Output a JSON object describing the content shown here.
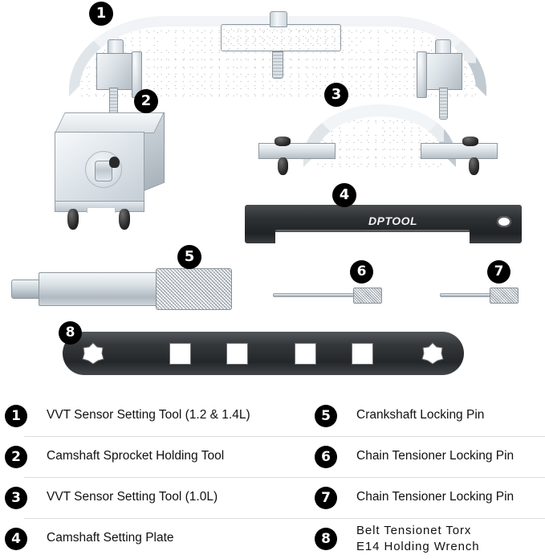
{
  "product": {
    "brand": "DPTOOL",
    "background_color": "#ffffff"
  },
  "photo": {
    "brand_marking": "DPTOOL",
    "callouts": [
      {
        "number": "1",
        "tool": "curved-vvt-sensor-setting-tool-large",
        "finish": "zinc-plated-steel"
      },
      {
        "number": "2",
        "tool": "camshaft-sprocket-holding-block",
        "finish": "aluminum"
      },
      {
        "number": "3",
        "tool": "curved-vvt-sensor-setting-tool-small",
        "finish": "zinc-plated-steel"
      },
      {
        "number": "4",
        "tool": "camshaft-setting-plate",
        "finish": "black-oxide"
      },
      {
        "number": "5",
        "tool": "crankshaft-locking-pin",
        "finish": "zinc-plated-steel"
      },
      {
        "number": "6",
        "tool": "chain-tensioner-locking-pin-long",
        "finish": "zinc-plated-steel"
      },
      {
        "number": "7",
        "tool": "chain-tensioner-locking-pin-short",
        "finish": "zinc-plated-steel"
      },
      {
        "number": "8",
        "tool": "belt-tensioner-torx-holding-wrench",
        "finish": "black-oxide"
      }
    ]
  },
  "legend": {
    "rows": [
      {
        "left": {
          "number": "1",
          "label": "VVT Sensor Setting Tool (1.2 & 1.4L)"
        },
        "right": {
          "number": "5",
          "label": "Crankshaft Locking Pin"
        }
      },
      {
        "left": {
          "number": "2",
          "label": "Camshaft Sprocket Holding Tool"
        },
        "right": {
          "number": "6",
          "label": "Chain Tensioner Locking Pin"
        }
      },
      {
        "left": {
          "number": "3",
          "label": "VVT Sensor Setting Tool (1.0L)"
        },
        "right": {
          "number": "7",
          "label": "Chain Tensioner Locking Pin"
        }
      },
      {
        "left": {
          "number": "4",
          "label": "Camshaft Setting Plate"
        },
        "right": {
          "number": "8",
          "label": "Belt Tensionet Torx",
          "label_line2": "E14 Holding Wrench"
        }
      }
    ]
  }
}
